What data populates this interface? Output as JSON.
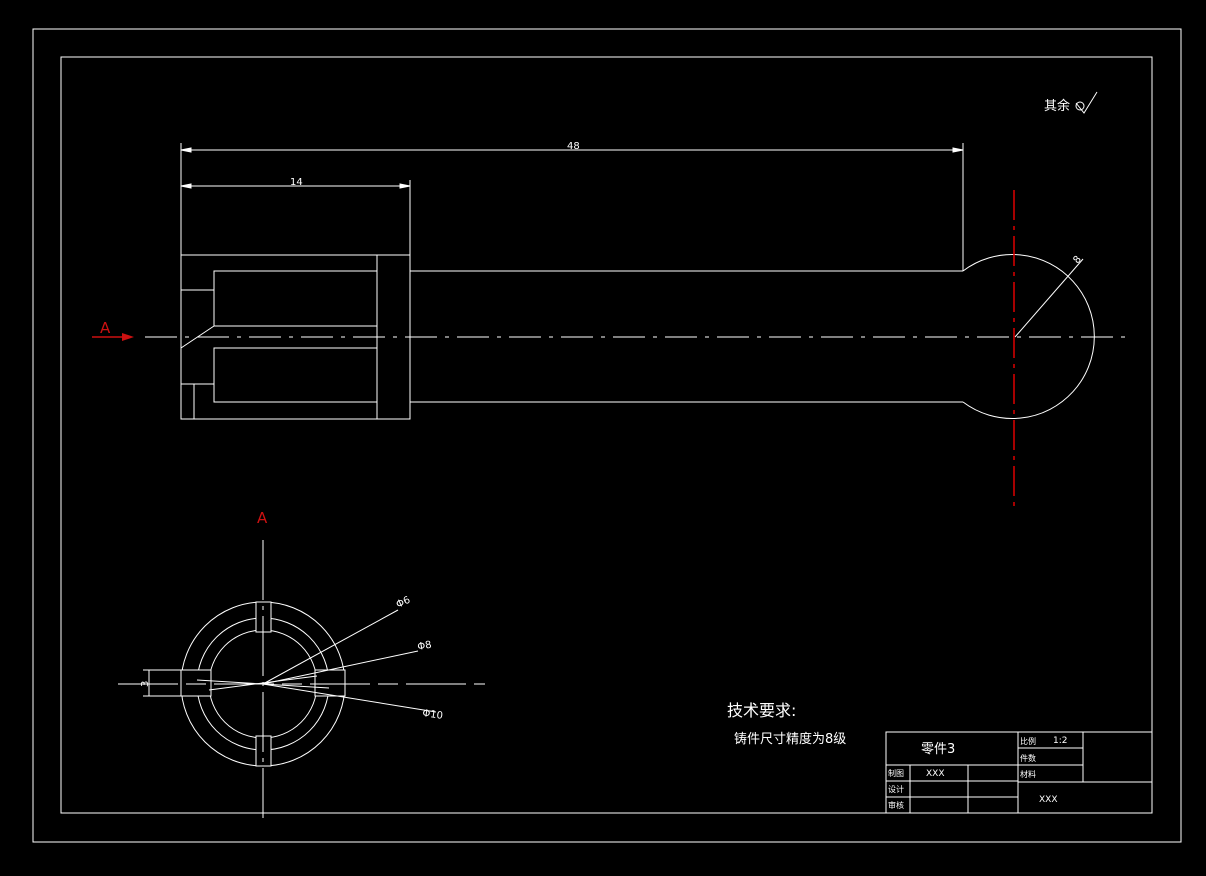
{
  "colors": {
    "background": "#000000",
    "line": "#ffffff",
    "section_mark": "#cc1111",
    "center_mark": "#dd0000"
  },
  "roughness_note": "其余",
  "dimensions": {
    "overall_length": "48",
    "head_length": "14",
    "sphere_radius": "8",
    "diameter_small": "Φ6",
    "diameter_mid": "Φ8",
    "diameter_large": "Φ10",
    "slot_width": "3"
  },
  "section_labels": {
    "arrow_label": "A",
    "view_label": "A"
  },
  "technical_requirements": {
    "title": "技术要求:",
    "line1": "铸件尺寸精度为8级"
  },
  "title_block": {
    "part_name": "零件3",
    "scale_label": "比例",
    "scale_value": "1:2",
    "quantity_label": "件数",
    "material_label": "材料",
    "drawn_label": "制图",
    "drawn_name": "XXX",
    "designed_label": "设计",
    "checked_label": "审核",
    "org_name": "XXX"
  }
}
